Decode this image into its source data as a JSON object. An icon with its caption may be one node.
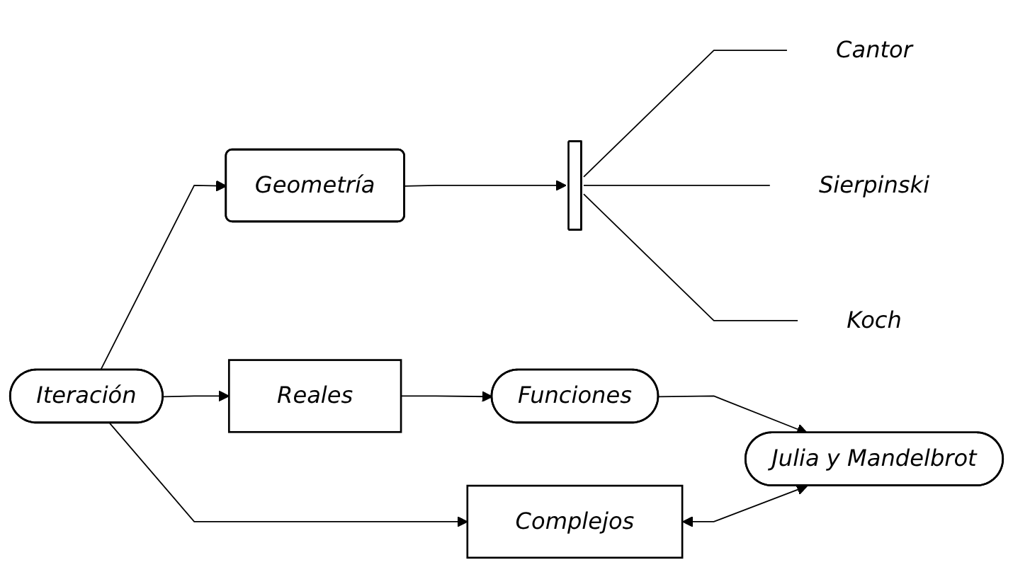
{
  "diagram": {
    "nodes": [
      {
        "text": [
          "Geometría"
        ]
      },
      {
        "text": [],
        "shape": "bar"
      },
      {
        "text": [
          "Cantor"
        ]
      },
      {
        "text": [
          "Sierpinski"
        ]
      },
      {
        "text": [
          "Koch"
        ]
      },
      {
        "text": [
          "Iteración"
        ]
      },
      {
        "text": [
          "Reales"
        ]
      },
      {
        "text": [
          "Complejos"
        ]
      },
      {
        "text": [
          "Funciones"
        ]
      },
      {
        "text": [
          "Julia y Mandelbrot"
        ]
      }
    ],
    "edges": [
      {
        "from": 5,
        "to": 0,
        "arrow": "to"
      },
      {
        "from": 0,
        "to": 1,
        "arrow": "to"
      },
      {
        "from": 1,
        "to": 2,
        "arrow": "none"
      },
      {
        "from": 1,
        "to": 3,
        "arrow": "none"
      },
      {
        "from": 1,
        "to": 4,
        "arrow": "none"
      },
      {
        "from": 5,
        "to": 6,
        "arrow": "to"
      },
      {
        "from": 5,
        "to": 7,
        "arrow": "to"
      },
      {
        "from": 6,
        "to": 8,
        "arrow": "to"
      },
      {
        "from": 8,
        "to": 9,
        "arrow": "to"
      },
      {
        "from": 7,
        "to": 9,
        "arrow": "both"
      }
    ]
  }
}
